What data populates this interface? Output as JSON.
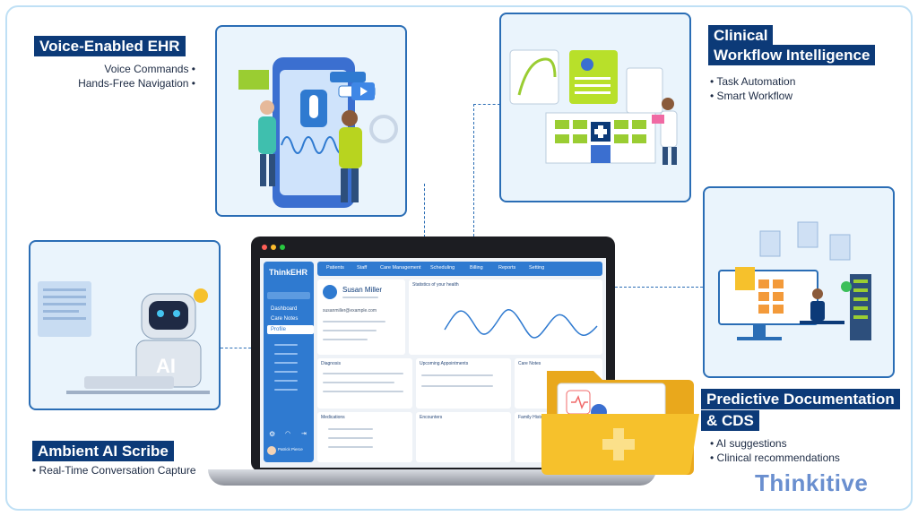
{
  "features": {
    "voice": {
      "title": "Voice-Enabled EHR",
      "items": [
        "Voice Commands •",
        "Hands-Free Navigation •"
      ]
    },
    "clinical": {
      "title_line1": "Clinical",
      "title_line2": "Workflow Intelligence",
      "items": [
        "• Task Automation",
        "• Smart Workflow"
      ]
    },
    "scribe": {
      "title": "Ambient AI Scribe",
      "items": [
        "• Real-Time Conversation Capture"
      ]
    },
    "predictive": {
      "title_line1": "Predictive Documentation",
      "title_line2": "& CDS",
      "items": [
        "• AI suggestions",
        "• Clinical recommendations"
      ]
    }
  },
  "brand": {
    "name": "Thinkitive"
  },
  "ehr": {
    "logo": "ThinkEHR",
    "nav": [
      "Patients",
      "Staff",
      "Care Management",
      "Scheduling",
      "Billing",
      "Reports",
      "Setting"
    ],
    "sidebar": [
      "Dashboard",
      "Care Notes",
      "Profile"
    ],
    "patient_name": "Susan Miller",
    "patient_email": "susanmiller@example.com",
    "stats_title": "Statistics of your health",
    "sections": [
      "Diagnosis",
      "Upcoming Appointments",
      "Care Notes",
      "Medications",
      "Encounters",
      "Family History"
    ],
    "user_name": "Patrick Pierce",
    "robot_label": "AI"
  },
  "colors": {
    "navy": "#0c3a78",
    "accent": "#2f7ad0",
    "border": "#2a6db5",
    "folder": "#f6c12c"
  }
}
